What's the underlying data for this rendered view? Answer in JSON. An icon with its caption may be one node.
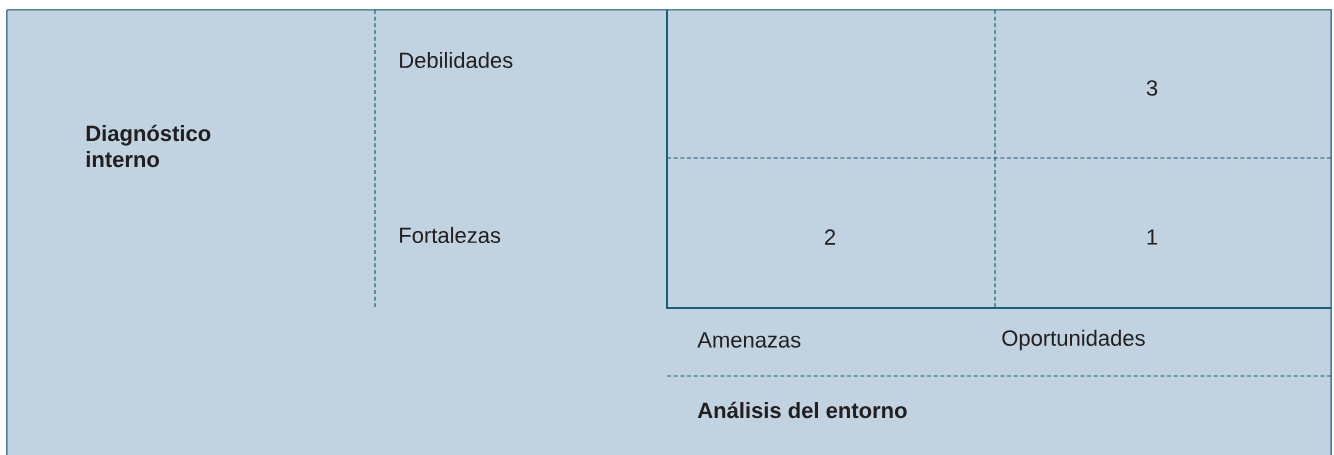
{
  "diagram": {
    "labels": [
      "Debilidades",
      "3",
      "Diagnóstico interno",
      "Fortalezas",
      "2",
      "1",
      "Amenazas",
      "Oportunidades",
      "Análisis del entorno"
    ]
  }
}
